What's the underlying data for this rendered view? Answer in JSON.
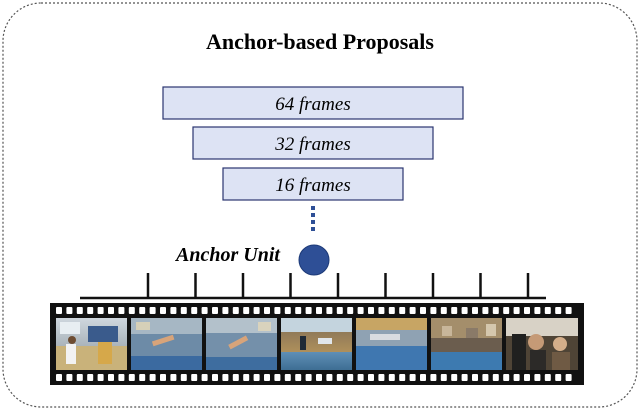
{
  "title": "Anchor-based Proposals",
  "anchor_label": "Anchor Unit",
  "proposals": [
    {
      "label": "64 frames",
      "frames": 64
    },
    {
      "label": "32 frames",
      "frames": 32
    },
    {
      "label": "16 frames",
      "frames": 16
    }
  ],
  "colors": {
    "proposal_fill": "#dde3f4",
    "proposal_stroke": "#2b3570",
    "anchor_dot": "#2e4f96",
    "film": "#111111",
    "panel_border": "#555555"
  },
  "film_frames": [
    {
      "scene": "crowd-pool-deck"
    },
    {
      "scene": "diver-mid-air"
    },
    {
      "scene": "diver-mid-air"
    },
    {
      "scene": "pool-arena-wide"
    },
    {
      "scene": "pool-deck-blue"
    },
    {
      "scene": "spectators-stands"
    },
    {
      "scene": "spectators-closeup"
    }
  ],
  "tick_count": 9
}
